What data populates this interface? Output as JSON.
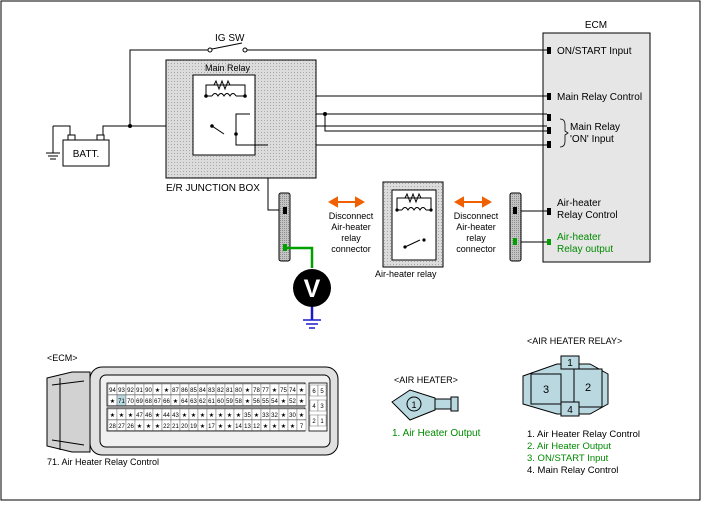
{
  "ecm": {
    "title": "ECM",
    "pins": {
      "on_start": "ON/START Input",
      "main_relay_control": "Main Relay Control",
      "main_relay_on_1": "Main Relay",
      "main_relay_on_2": "'ON' Input",
      "air_heater_ctrl_1": "Air-heater",
      "air_heater_ctrl_2": "Relay Control",
      "air_heater_out_1": "Air-heater",
      "air_heater_out_2": "Relay output"
    }
  },
  "labels": {
    "ig_sw": "IG SW",
    "main_relay": "Main Relay",
    "batt": "BATT.",
    "junction_box": "E/R JUNCTION BOX",
    "air_heater_relay": "Air-heater relay",
    "meter": "V"
  },
  "disconnect_left": [
    "Disconnect",
    "Air-heater",
    "relay",
    "connector"
  ],
  "disconnect_right": [
    "Disconnect",
    "Air-heater",
    "relay",
    "connector"
  ],
  "ecm_connector": {
    "title": "<ECM>",
    "caption": "71. Air Heater Relay Control",
    "row1": [
      "94",
      "93",
      "92",
      "91",
      "90",
      "★",
      "★",
      "87",
      "86",
      "85",
      "84",
      "83",
      "82",
      "81",
      "80",
      "★",
      "78",
      "77",
      "★",
      "75",
      "74",
      "★"
    ],
    "row2": [
      "★",
      "71",
      "70",
      "69",
      "68",
      "67",
      "66",
      "★",
      "64",
      "63",
      "62",
      "61",
      "60",
      "59",
      "58",
      "★",
      "56",
      "55",
      "54",
      "★",
      "52",
      "★"
    ],
    "row3": [
      "★",
      "★",
      "★",
      "47",
      "46",
      "★",
      "44",
      "43",
      "★",
      "★",
      "★",
      "★",
      "★",
      "★",
      "★",
      "35",
      "★",
      "33",
      "32",
      "★",
      "30",
      "★"
    ],
    "row4": [
      "28",
      "27",
      "26",
      "★",
      "★",
      "★",
      "22",
      "21",
      "20",
      "19",
      "★",
      "17",
      "★",
      "★",
      "14",
      "13",
      "12",
      "★",
      "★",
      "★",
      "★",
      "7"
    ],
    "side_pins": [
      "6",
      "5",
      "4",
      "3",
      "2",
      "1"
    ]
  },
  "air_heater": {
    "title": "<AIR HEATER>",
    "pin": "1",
    "legend": "1. Air Heater Output"
  },
  "air_heater_relay_conn": {
    "title": "<AIR HEATER RELAY>",
    "pins": [
      "1",
      "2",
      "3",
      "4"
    ],
    "legend": [
      "1. Air Heater Relay Control",
      "2. Air Heater Output",
      "3. ON/START Input",
      "4. Main Relay Control"
    ]
  },
  "colors": {
    "line": "#000000",
    "ground_probe": "#1a1acc",
    "signal_probe": "#00a000",
    "arrow": "#f06000",
    "highlight_text": "#008a00",
    "box_fill": "#c8c8c8",
    "connector_fill": "#b9d8e0",
    "ecm_fill": "#e6e6e6"
  }
}
